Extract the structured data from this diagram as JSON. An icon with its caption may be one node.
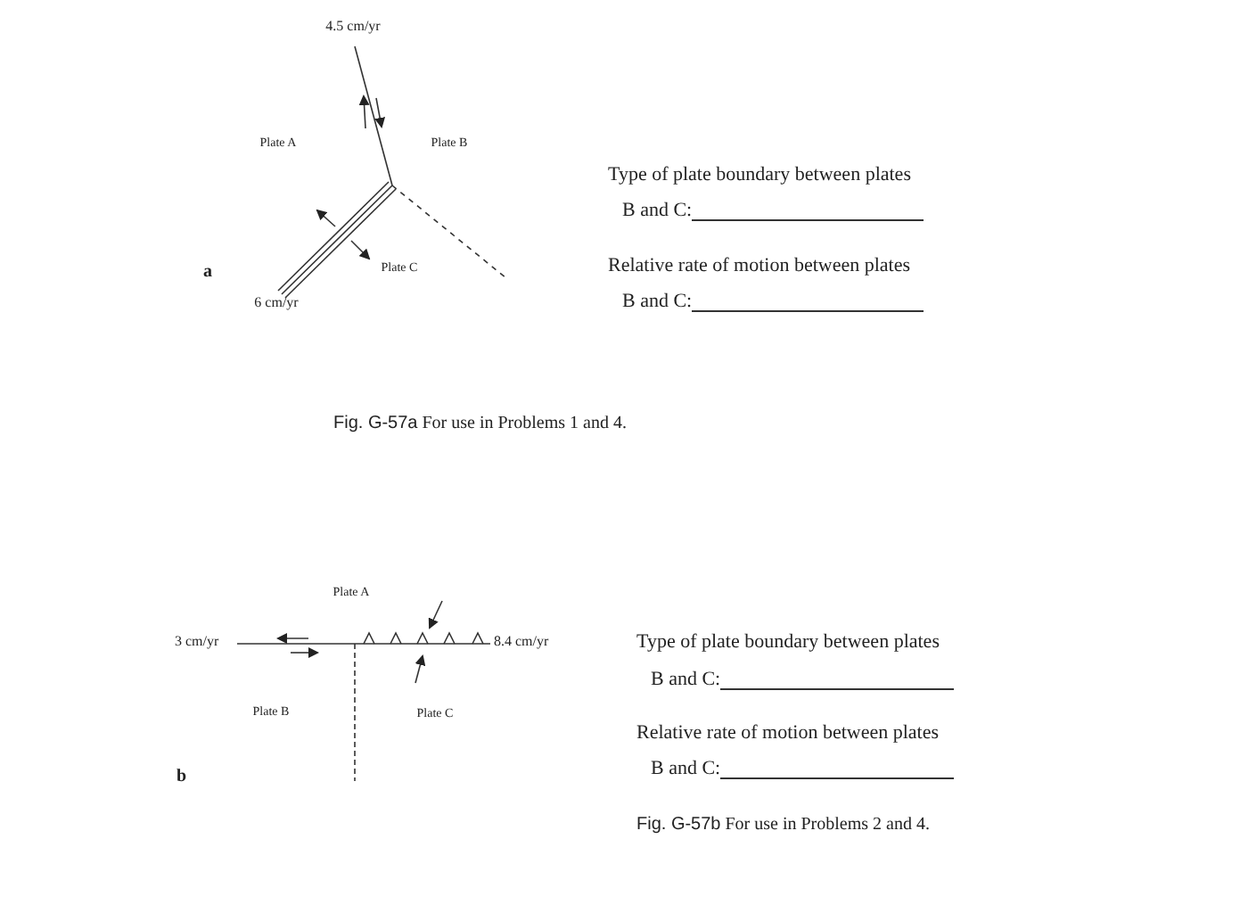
{
  "diagram": {
    "labels": [
      "4.5 cm/yr",
      "Plate A",
      "Plate B",
      "Type of plate boundary between plates",
      "B and C:",
      "Plate C",
      "Relative rate of motion between plates",
      "B and C:",
      "a",
      "6 cm/yr",
      "**Fig. G-57a** For use in Problems 1 and 4.",
      "Plate A",
      "3 cm/yr",
      "8.4 cm/yr",
      "Type of plate boundary between plates",
      "B and C:",
      "Plate B",
      "Plate C",
      "Relative rate of motion between plates",
      "b",
      "B and C:",
      "**Fig. G-57b** For use in Problems 2 and 4."
    ]
  }
}
